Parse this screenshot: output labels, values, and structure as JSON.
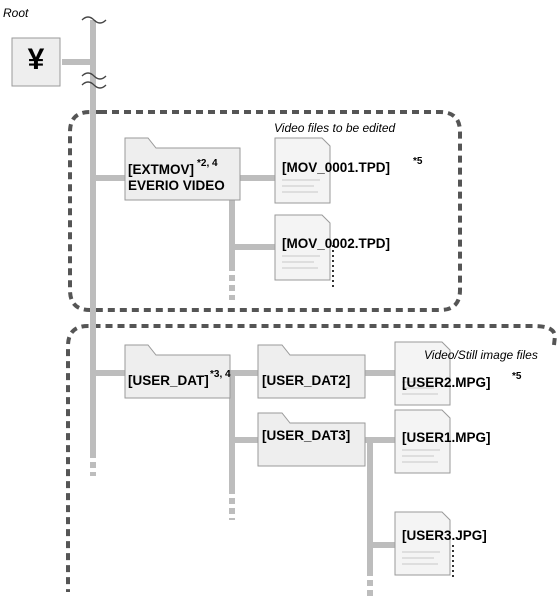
{
  "root": {
    "label": "Root",
    "symbol": "¥"
  },
  "group_top": {
    "caption": "Video files to be edited",
    "folder": {
      "name": "[EXTMOV]",
      "note": "*2, 4",
      "subtitle": "EVERIO VIDEO"
    },
    "files": [
      {
        "name": "[MOV_0001.TPD]",
        "note": "*5"
      },
      {
        "name": "[MOV_0002.TPD]",
        "note": ""
      }
    ]
  },
  "group_bottom": {
    "caption": "Video/Still image files",
    "folder": {
      "name": "[USER_DAT]",
      "note": "*3, 4"
    },
    "subfolders": [
      {
        "name": "[USER_DAT2]"
      },
      {
        "name": "[USER_DAT3]"
      }
    ],
    "files": [
      {
        "name": "[USER2.MPG]",
        "note": "*5"
      },
      {
        "name": "[USER1.MPG]",
        "note": ""
      },
      {
        "name": "[USER3.JPG]",
        "note": ""
      }
    ]
  },
  "colors": {
    "line": "#bdbdbd",
    "folder_fill": "#eeeeee",
    "folder_stroke": "#9a9a9a",
    "file_fill": "#f4f4f4",
    "file_lines": "#c8c8c8",
    "dashed_border": "#555555"
  }
}
